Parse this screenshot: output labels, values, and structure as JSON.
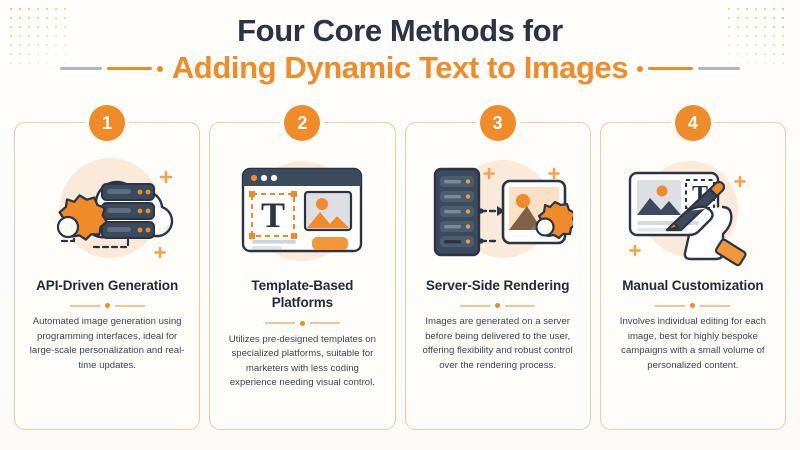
{
  "header": {
    "title_line1": "Four Core Methods for",
    "title_line2": "Adding Dynamic Text to Images",
    "accent_color": "#ef8b29",
    "dark_color": "#2b3442"
  },
  "cards": [
    {
      "number": "1",
      "icon": "cloud-server-gear-icon",
      "title": "API-Driven Generation",
      "description": "Automated image generation using programming interfaces, ideal for large-scale personalization and real-time updates."
    },
    {
      "number": "2",
      "icon": "browser-template-editor-icon",
      "title": "Template-Based Platforms",
      "description": "Utilizes pre-designed templates on specialized platforms, suitable for marketers with less coding experience needing visual control."
    },
    {
      "number": "3",
      "icon": "server-rack-render-icon",
      "title": "Server-Side Rendering",
      "description": "Images are generated on a server before being delivered to the user, offering flexibility and robust control over the rendering process."
    },
    {
      "number": "4",
      "icon": "hand-pen-edit-image-icon",
      "title": "Manual Customization",
      "description": "Involves individual editing for each image, best for highly bespoke campaigns with a small volume of personalized content."
    }
  ]
}
